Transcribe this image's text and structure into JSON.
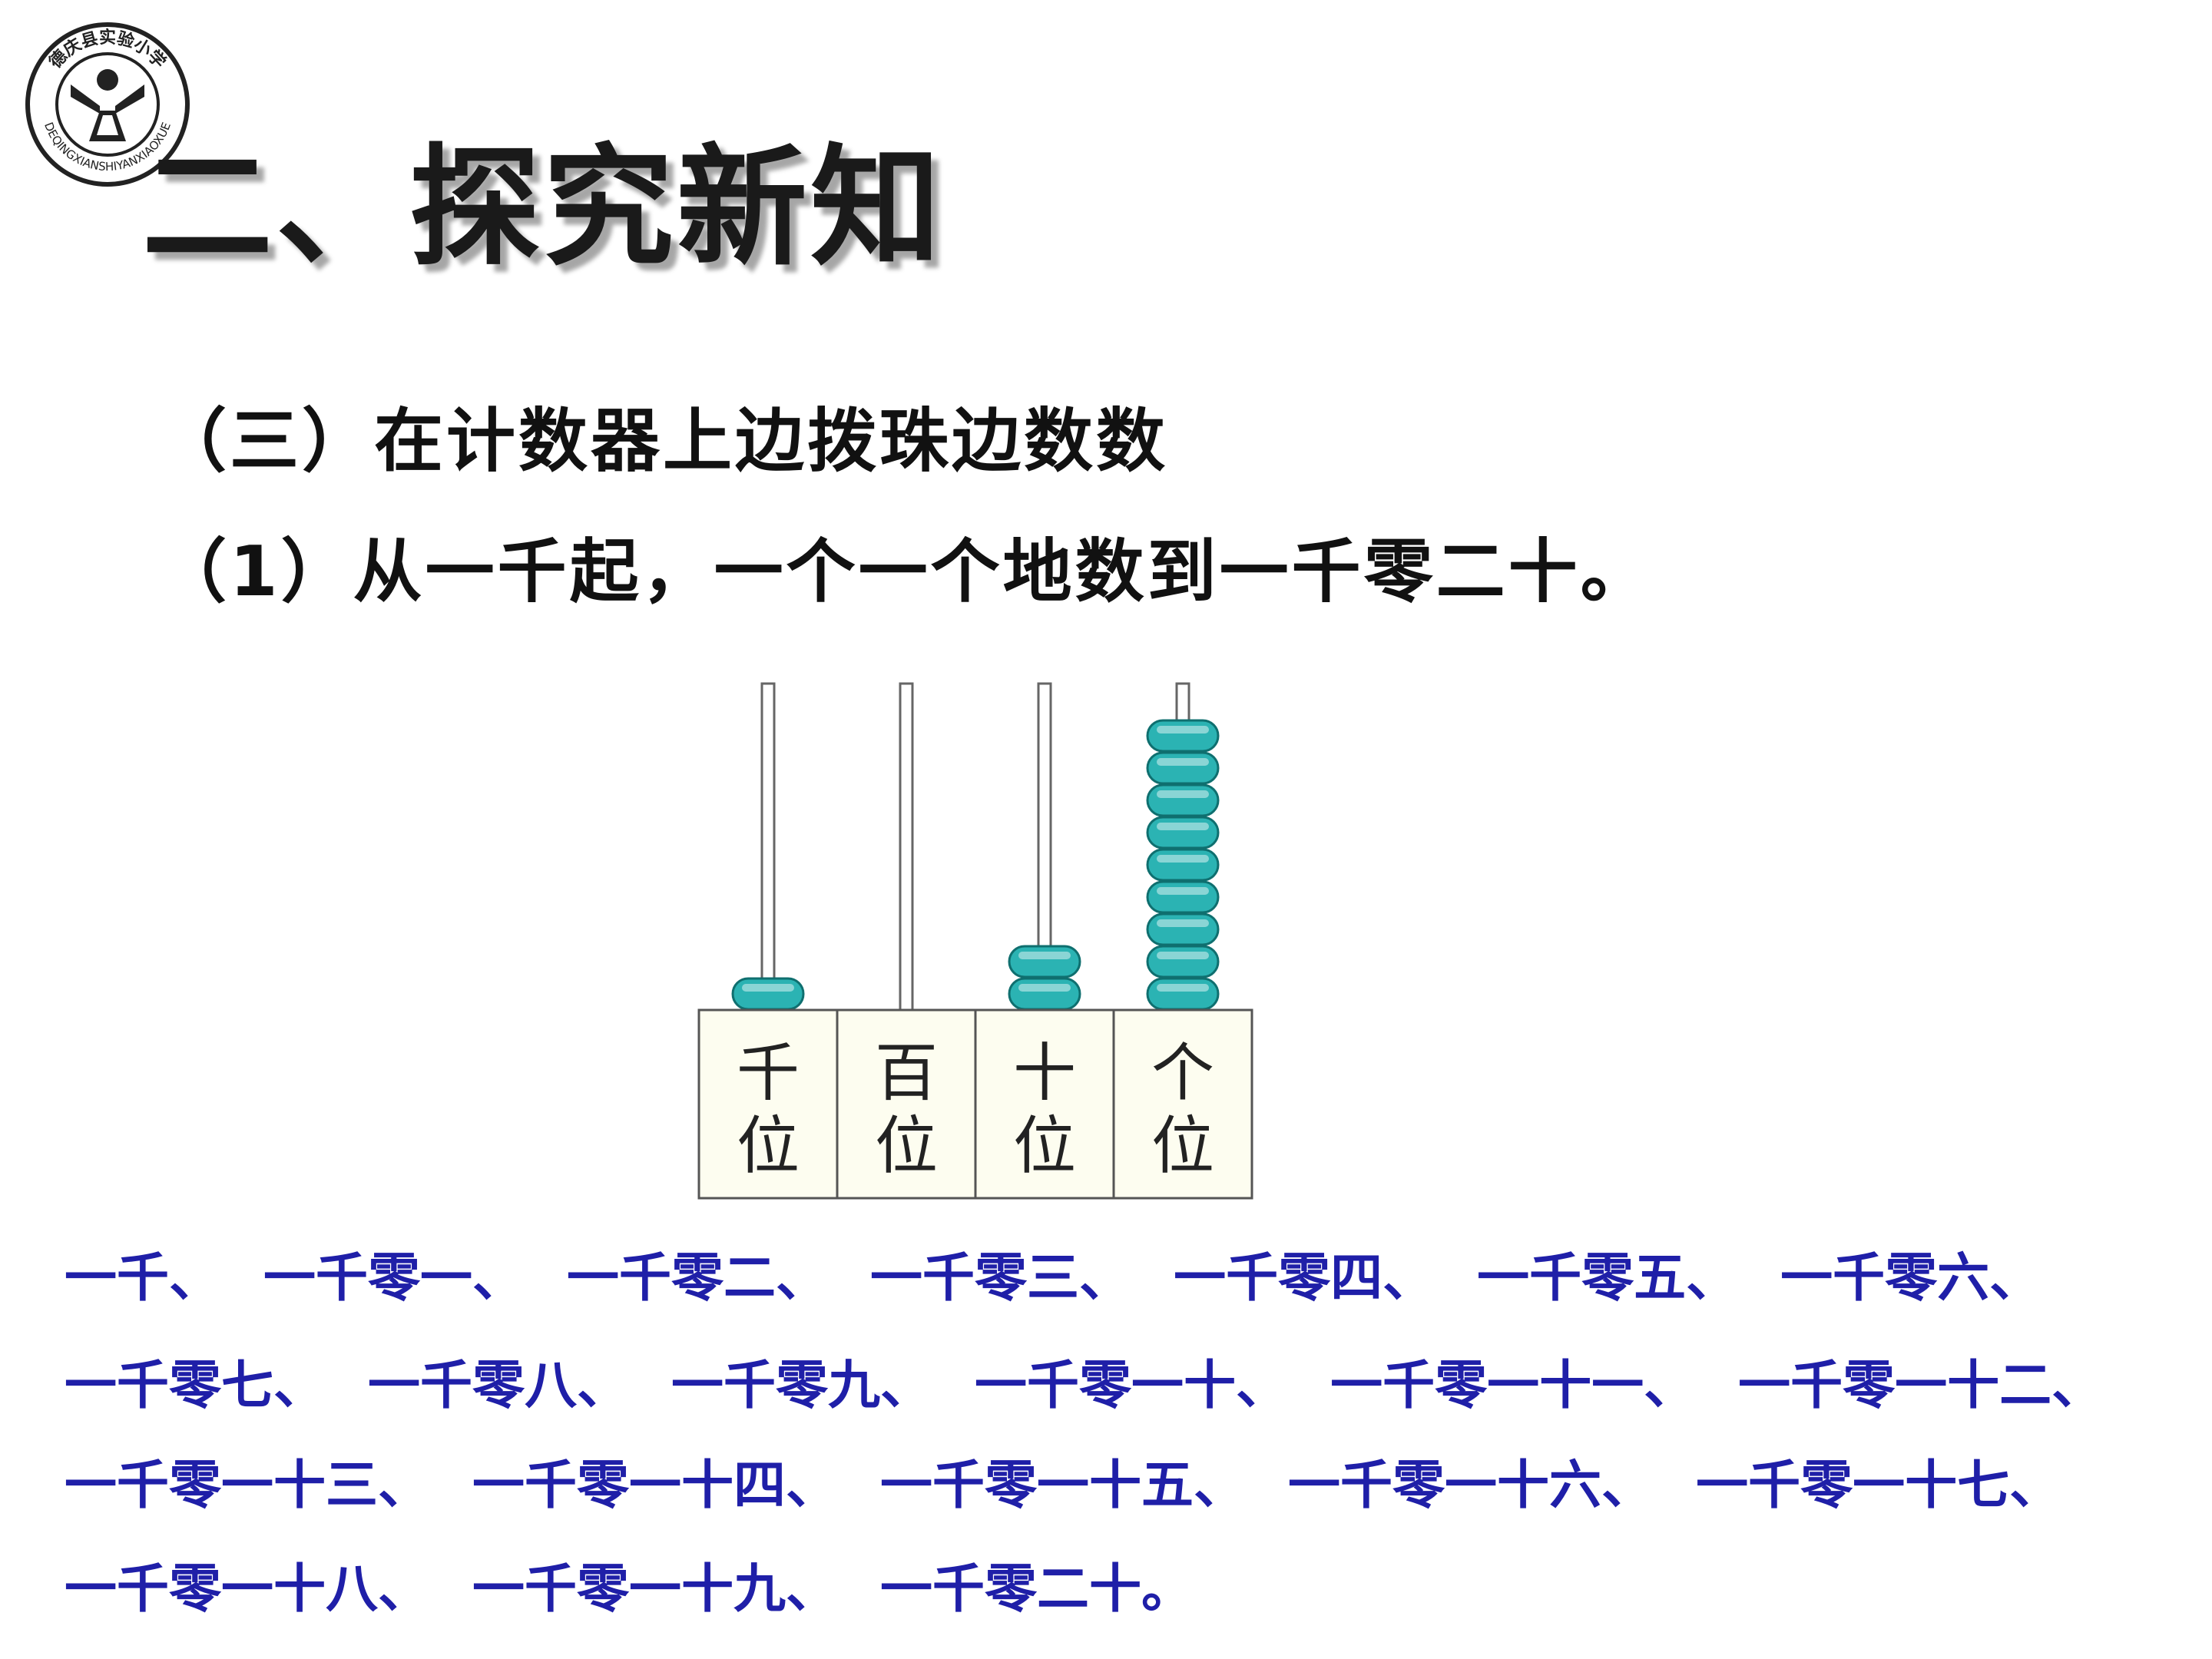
{
  "logo": {
    "ring_text": "德庆县实验小学",
    "ring_text_latin": "DEQINGXIANSHIYANXIAOXUE"
  },
  "title": "二、探究新知",
  "subtitle": "（三）在计数器上边拨珠边数数",
  "step": "（1）从一千起，一个一个地数到一千零二十。",
  "abacus": {
    "columns": [
      {
        "label_top": "千",
        "label_bottom": "位",
        "beads": 1
      },
      {
        "label_top": "百",
        "label_bottom": "位",
        "beads": 0
      },
      {
        "label_top": "十",
        "label_bottom": "位",
        "beads": 2
      },
      {
        "label_top": "个",
        "label_bottom": "位",
        "beads": 9
      }
    ],
    "bead_color": "#2bb3b3",
    "label_bg": "#fdfdf0"
  },
  "counting": {
    "lines": [
      [
        "一千、",
        "一千零一、",
        "一千零二、",
        "一千零三、",
        "一千零四、",
        "一千零五、",
        "一千零六、"
      ],
      [
        "一千零七、",
        "一千零八、",
        "一千零九、",
        "一千零一十、",
        "一千零一十一、",
        "一千零一十二、"
      ],
      [
        "一千零一十三、",
        "一千零一十四、",
        "一千零一十五、",
        "一千零一十六、",
        "一千零一十七、"
      ],
      [
        "一千零一十八、",
        "一千零一十九、",
        "一千零二十。"
      ]
    ]
  }
}
